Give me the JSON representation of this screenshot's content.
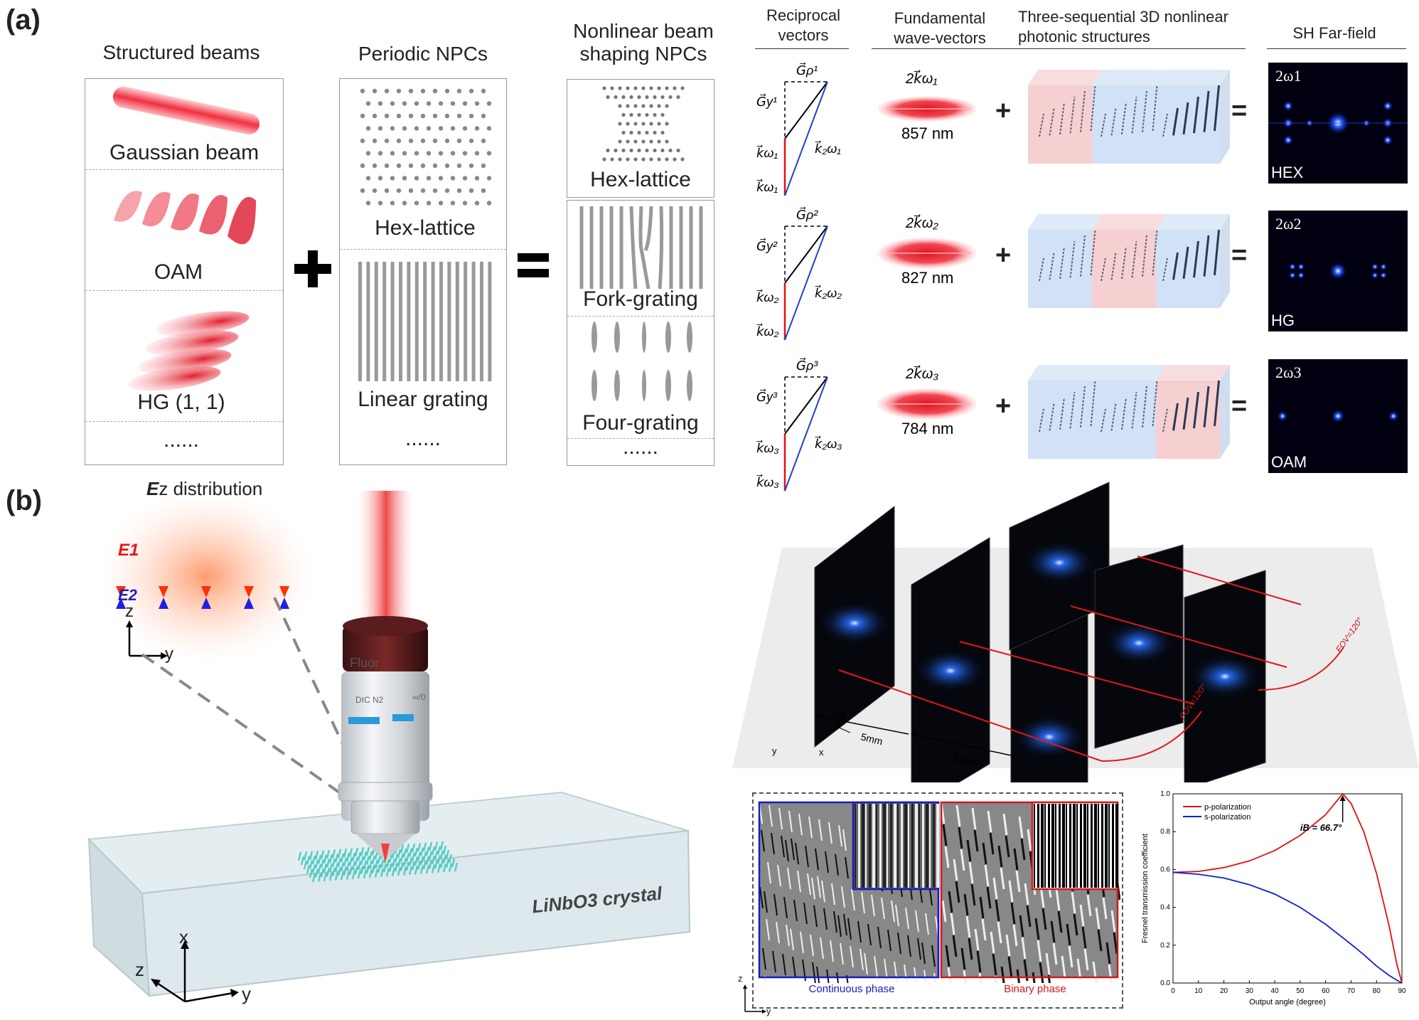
{
  "panel_a": {
    "label": "(a)",
    "headers": {
      "structured_beams": "Structured beams",
      "periodic_npcs": "Periodic NPCs",
      "nonlinear_shaping": [
        "Nonlinear beam",
        "shaping NPCs"
      ],
      "reciprocal_vectors": [
        "Reciprocal",
        "vectors"
      ],
      "fundamental_wave_vectors": [
        "Fundamental",
        "wave-vectors"
      ],
      "three_sequential": [
        "Three-sequential 3D nonlinear",
        "photonic structures"
      ],
      "sh_far_field": "SH Far-field"
    },
    "beams": [
      "Gaussian beam",
      "OAM",
      "HG (1, 1)",
      "......"
    ],
    "periodic": [
      "Hex-lattice",
      "Linear grating",
      "......"
    ],
    "shaping": [
      "Hex-lattice",
      "Fork-grating",
      "Four-grating",
      "......"
    ],
    "wavelengths": [
      "857 nm",
      "827 nm",
      "784 nm"
    ],
    "far_field_orders": [
      "2ω1",
      "2ω2",
      "2ω3"
    ],
    "far_field_types": [
      "HEX",
      "HG",
      "OAM"
    ],
    "vector_labels": {
      "g_rho": [
        "G⃗ρ¹",
        "G⃗ρ²",
        "G⃗ρ³"
      ],
      "g_y": [
        "G⃗y¹",
        "G⃗y²",
        "G⃗y³"
      ],
      "k_w": [
        "k⃗ω₁",
        "k⃗ω₂",
        "k⃗ω₃"
      ],
      "k_2w": [
        "k⃗₂ω₁",
        "k⃗₂ω₂",
        "k⃗₂ω₃"
      ],
      "two_k": [
        "2k⃗ω₁",
        "2k⃗ω₂",
        "2k⃗ω₃"
      ]
    },
    "colors": {
      "beam_red": "#e8303a",
      "sh_blue": "#3050ff",
      "blue_box": "#c9dcf4",
      "red_box": "#f4c7c9"
    }
  },
  "panel_b": {
    "label": "(b)",
    "ez_title_e": "E",
    "ez_title_rest": "z distribution",
    "e1": "E1",
    "e2": "E2",
    "axes_top": {
      "z": "z",
      "y": "y"
    },
    "axes_bottom": {
      "x": "x",
      "z": "z",
      "y": "y"
    },
    "objective_text": [
      "Fluor",
      "DIC N2",
      "∞/0"
    ],
    "crystal_label": "LiNbO3 crystal",
    "screens": {
      "spacing_1": "5mm",
      "spacing_2": "5mm",
      "fov_1": "FOV=120°",
      "fov_2": "FOV=120°",
      "axes": {
        "z": "z",
        "y": "y",
        "x": "x"
      }
    },
    "phase": {
      "continuous": "Continuous phase",
      "binary": "Binary phase",
      "axes": {
        "z": "z",
        "y": "y"
      }
    }
  },
  "chart_data": {
    "type": "line",
    "title": "",
    "xlabel": "Output angle (degree)",
    "ylabel": "Fresnel transmission coefficient",
    "xlim": [
      0,
      90
    ],
    "ylim": [
      0,
      1.0
    ],
    "x_ticks": [
      0,
      10,
      20,
      30,
      40,
      50,
      60,
      70,
      80,
      90
    ],
    "y_ticks": [
      0.0,
      0.2,
      0.4,
      0.6,
      0.8,
      1.0
    ],
    "x": [
      0,
      10,
      20,
      30,
      40,
      50,
      60,
      66.7,
      70,
      75,
      80,
      85,
      88,
      90
    ],
    "series": [
      {
        "name": "p-polarization",
        "color": "#e01010",
        "values": [
          0.585,
          0.59,
          0.61,
          0.645,
          0.7,
          0.78,
          0.89,
          1.0,
          0.95,
          0.8,
          0.58,
          0.3,
          0.1,
          0.0
        ]
      },
      {
        "name": "s-polarization",
        "color": "#1020d0",
        "values": [
          0.585,
          0.575,
          0.555,
          0.52,
          0.47,
          0.4,
          0.31,
          0.24,
          0.205,
          0.15,
          0.09,
          0.04,
          0.015,
          0.0
        ]
      }
    ],
    "annotation": "iB = 66.7°",
    "legend": "top-left",
    "grid": false
  }
}
